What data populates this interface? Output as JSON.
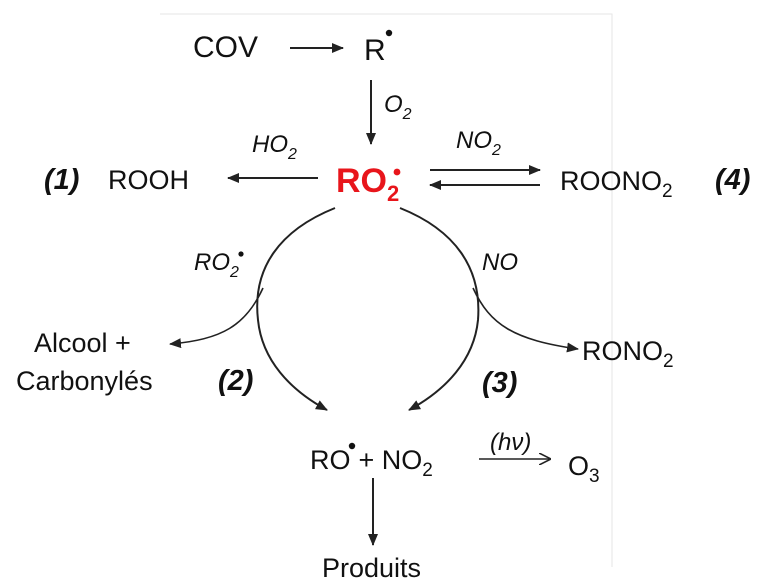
{
  "species": {
    "cov": "COV",
    "r": "R",
    "ro2": "RO",
    "ro2_sub": "2",
    "rooh": "ROOH",
    "roono2": "ROONO",
    "roono2_sub": "2",
    "alcool": "Alcool +",
    "carbonyles": "Carbonylés",
    "rono2": "RONO",
    "rono2_sub": "2",
    "ro": "RO",
    "no2_product": "+ NO",
    "no2_product_sub": "2",
    "o3": "O",
    "o3_sub": "3",
    "produits": "Produits"
  },
  "reagents": {
    "o2": "O",
    "o2_sub": "2",
    "ho2": "HO",
    "ho2_sub": "2",
    "no2": "NO",
    "no2_sub": "2",
    "ro2": "RO",
    "ro2_sub": "2",
    "no": "NO",
    "hv": "(hν)"
  },
  "pathways": {
    "p1": "(1)",
    "p2": "(2)",
    "p3": "(3)",
    "p4": "(4)"
  },
  "colors": {
    "highlight": "#e8151b",
    "ink": "#111111"
  }
}
